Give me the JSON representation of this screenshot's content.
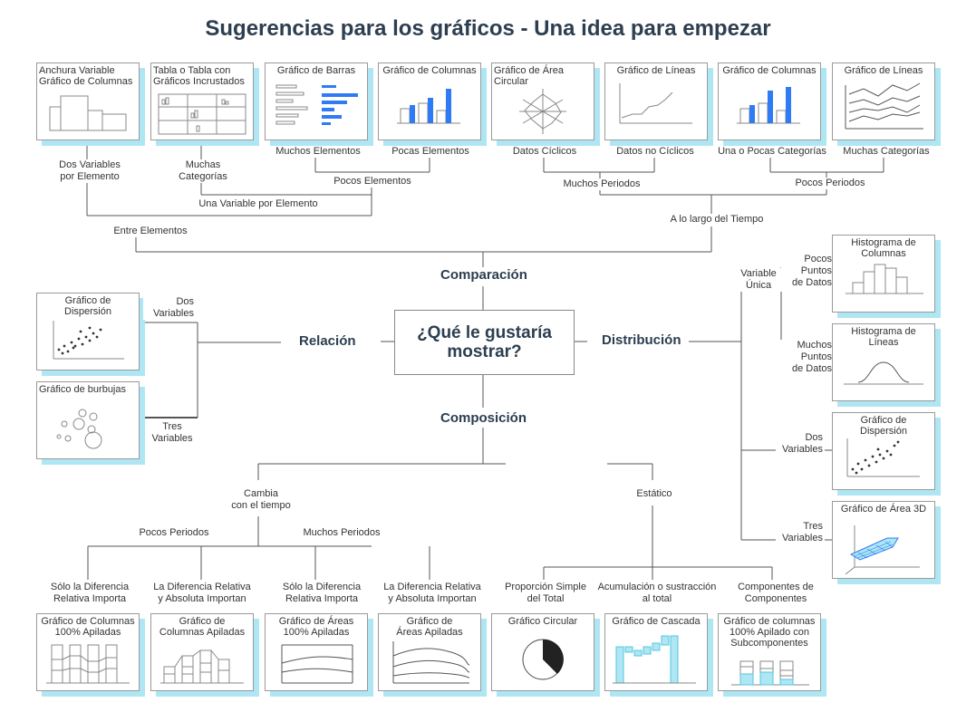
{
  "title": "Sugerencias para los gráficos - Una idea para empezar",
  "center": "¿Qué le gustaría\nmostrar?",
  "hubs": {
    "comparison": "Comparación",
    "relation": "Relación",
    "distribution": "Distribución",
    "composition": "Composición"
  },
  "cards": {
    "variable_width": "Anchura Variable\nGráfico de Columnas",
    "table_embedded": "Tabla o Tabla con\nGráficos Incrustados",
    "bar_chart": "Gráfico de Barras",
    "column_chart_few": "Gráfico de Columnas",
    "radar_chart": "Gráfico de Área\nCircular",
    "line_chart_noncyclic": "Gráfico de Líneas",
    "column_chart_time": "Gráfico de Columnas",
    "line_chart_many": "Gráfico de Líneas",
    "scatter_relation": "Gráfico de\nDispersión",
    "bubble_chart": "Gráfico de burbujas",
    "column_histogram": "Histograma de\nColumnas",
    "line_histogram": "Histograma de\nLíneas",
    "scatter_distribution": "Gráfico de\nDispersión",
    "area_3d": "Gráfico de Área 3D",
    "stacked_100_columns": "Gráfico de Columnas\n100% Apiladas",
    "stacked_columns": "Gráfico de\nColumnas Apiladas",
    "stacked_100_areas": "Gráfico de Áreas\n100% Apiladas",
    "stacked_areas": "Gráfico de\nÁreas Apiladas",
    "pie_chart": "Gráfico Circular",
    "waterfall": "Gráfico de Cascada",
    "stacked_100_sub": "Gráfico de columnas\n100% Apilado con\nSubcomponentes"
  },
  "labels": {
    "two_vars_per_item": "Dos Variables\npor Elemento",
    "many_categories_table": "Muchas\nCategorías",
    "many_items": "Muchos Elementos",
    "few_items": "Pocas Elementos",
    "few_items_group": "Pocos Elementos",
    "one_var_per_item": "Una Variable por Elemento",
    "between_items": "Entre Elementos",
    "cyclic": "Datos Cíclicos",
    "noncyclic": "Datos no Cíclicos",
    "one_few_categories": "Una o Pocas Categorías",
    "many_categories": "Muchas Categorías",
    "many_periods_top": "Muchos Periodos",
    "few_periods_top": "Pocos Periodos",
    "over_time": "A lo largo del Tiempo",
    "two_variables_rel": "Dos\nVariables",
    "three_variables_rel": "Tres\nVariables",
    "single_variable": "Variable\nÚnica",
    "few_points": "Pocos\nPuntos\nde Datos",
    "many_points": "Muchos\nPuntos\nde Datos",
    "two_variables_dist": "Dos\nVariables",
    "three_variables_dist": "Tres\nVariables",
    "changes_over_time": "Cambia\ncon el tiempo",
    "static": "Estático",
    "few_periods": "Pocos Periodos",
    "many_periods": "Muchos Periodos",
    "only_relative_1": "Sólo la Diferencia\nRelativa Importa",
    "relative_absolute_1": "La Diferencia Relativa\ny Absoluta Importan",
    "only_relative_2": "Sólo la Diferencia\nRelativa Importa",
    "relative_absolute_2": "La Diferencia Relativa\ny Absoluta Importan",
    "share_of_total": "Proporción Simple\ndel Total",
    "accumulation": "Acumulación o sustracción\nal total",
    "components_of_components": "Componentes de\nComponentes"
  },
  "colors": {
    "accent": "#2f7bf5",
    "shadow": "#aee7f3",
    "title": "#2c3e50"
  }
}
